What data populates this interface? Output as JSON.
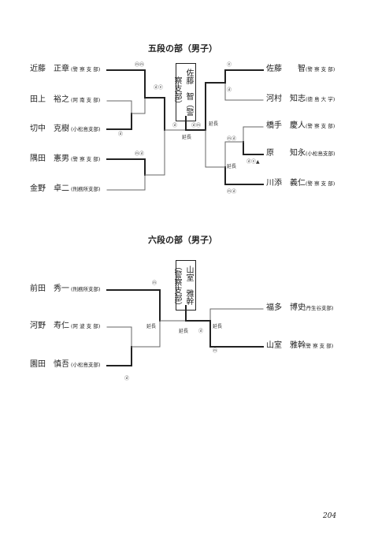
{
  "dan5": {
    "title": "五段の部（男子）",
    "champion": {
      "name": "佐藤　智",
      "aff": "（警察支部）"
    },
    "left": [
      {
        "name": "近藤　正章",
        "aff": "(警 察 支 部)"
      },
      {
        "name": "田上　裕之",
        "aff": "(阿 南 支 部)"
      },
      {
        "name": "切中　克樹",
        "aff": "(小松島支部)"
      },
      {
        "name": "隅田　憲男",
        "aff": "(警 察 支 部)"
      },
      {
        "name": "金野　卓二",
        "aff": "(刑務所支部)"
      }
    ],
    "right": [
      {
        "name": "佐藤　　智",
        "aff": "(警 察 支 部)"
      },
      {
        "name": "河村　知志",
        "aff": "(徳 島 大 学)"
      },
      {
        "name": "橋手　慶人",
        "aff": "(警 察 支 部)"
      },
      {
        "name": "原　　知永",
        "aff": "(小松島支部)"
      },
      {
        "name": "川添　義仁",
        "aff": "(警 察 支 部)"
      }
    ],
    "marks": {
      "m1": "ⓜⓜ",
      "m2": "ⓓⓔ",
      "m3": "ⓓ",
      "m4": "ⓜⓓ",
      "m5": "ⓓ",
      "m6": "ⓓⓜ",
      "m7": "ⓔ",
      "m8": "ⓓ",
      "m9": "ⓓⓔ▲",
      "m10": "ⓜⓓ",
      "m11": "ⓜⓓ",
      "ext1": "延長",
      "ext2": "延長",
      "ext3": "延長"
    }
  },
  "dan6": {
    "title": "六段の部（男子）",
    "champion": {
      "name": "山室　雅幹",
      "aff": "（警察支部）"
    },
    "left": [
      {
        "name": "前田　秀一",
        "aff": "(刑務所支部)"
      },
      {
        "name": "河野　寿仁",
        "aff": "(阿 波 支 部)"
      },
      {
        "name": "園田　慎吾",
        "aff": "(小松島支部)"
      }
    ],
    "right": [
      {
        "name": "福多　博史",
        "aff": "(丹生谷支部)"
      },
      {
        "name": "山室　雅幹",
        "aff": "(警 察 支 部)"
      }
    ],
    "marks": {
      "m1": "ⓜ",
      "m2": "ⓓ",
      "m3": "ⓓ",
      "m4": "ⓜ",
      "ext1": "延長",
      "ext2": "延長",
      "ext3": "延長"
    }
  },
  "page_number": "204"
}
